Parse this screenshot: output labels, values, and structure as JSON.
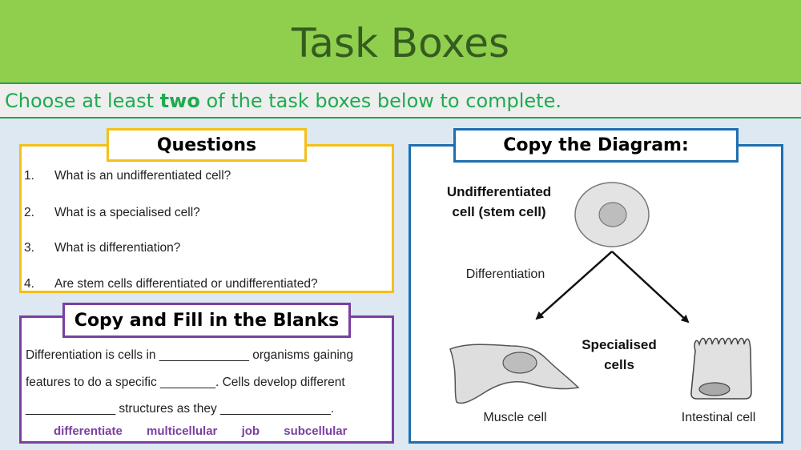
{
  "header": {
    "title": "Task Boxes"
  },
  "instruction": {
    "before": "Choose at least ",
    "emphasis": "two",
    "after": " of the task boxes below to complete."
  },
  "questions": {
    "title": "Questions",
    "items": [
      {
        "num": "1.",
        "text": "What is an undifferentiated cell?"
      },
      {
        "num": "2.",
        "text": "What is a specialised cell?"
      },
      {
        "num": "3.",
        "text": "What is differentiation?"
      },
      {
        "num": "4.",
        "text": "Are stem cells differentiated or undifferentiated?"
      }
    ]
  },
  "blanks": {
    "title": "Copy and Fill in the Blanks",
    "lines": [
      "Differentiation is cells in _____________ organisms gaining",
      "features to do a specific ________. Cells develop different",
      "_____________ structures as they ________________."
    ],
    "word_bank": [
      "differentiate",
      "multicellular",
      "job",
      "subcellular"
    ]
  },
  "diagram": {
    "title": "Copy the Diagram:",
    "stem_label_line1": "Undifferentiated",
    "stem_label_line2": "cell (stem cell)",
    "process_label": "Differentiation",
    "specialised_line1": "Specialised",
    "specialised_line2": "cells",
    "muscle_label": "Muscle cell",
    "intestinal_label": "Intestinal cell"
  },
  "colors": {
    "header_green": "#8fcf4d",
    "instruction_green": "#1faa4f",
    "questions_border": "#f4c018",
    "blanks_border": "#7a3fa0",
    "diagram_border": "#1d6fb1"
  }
}
